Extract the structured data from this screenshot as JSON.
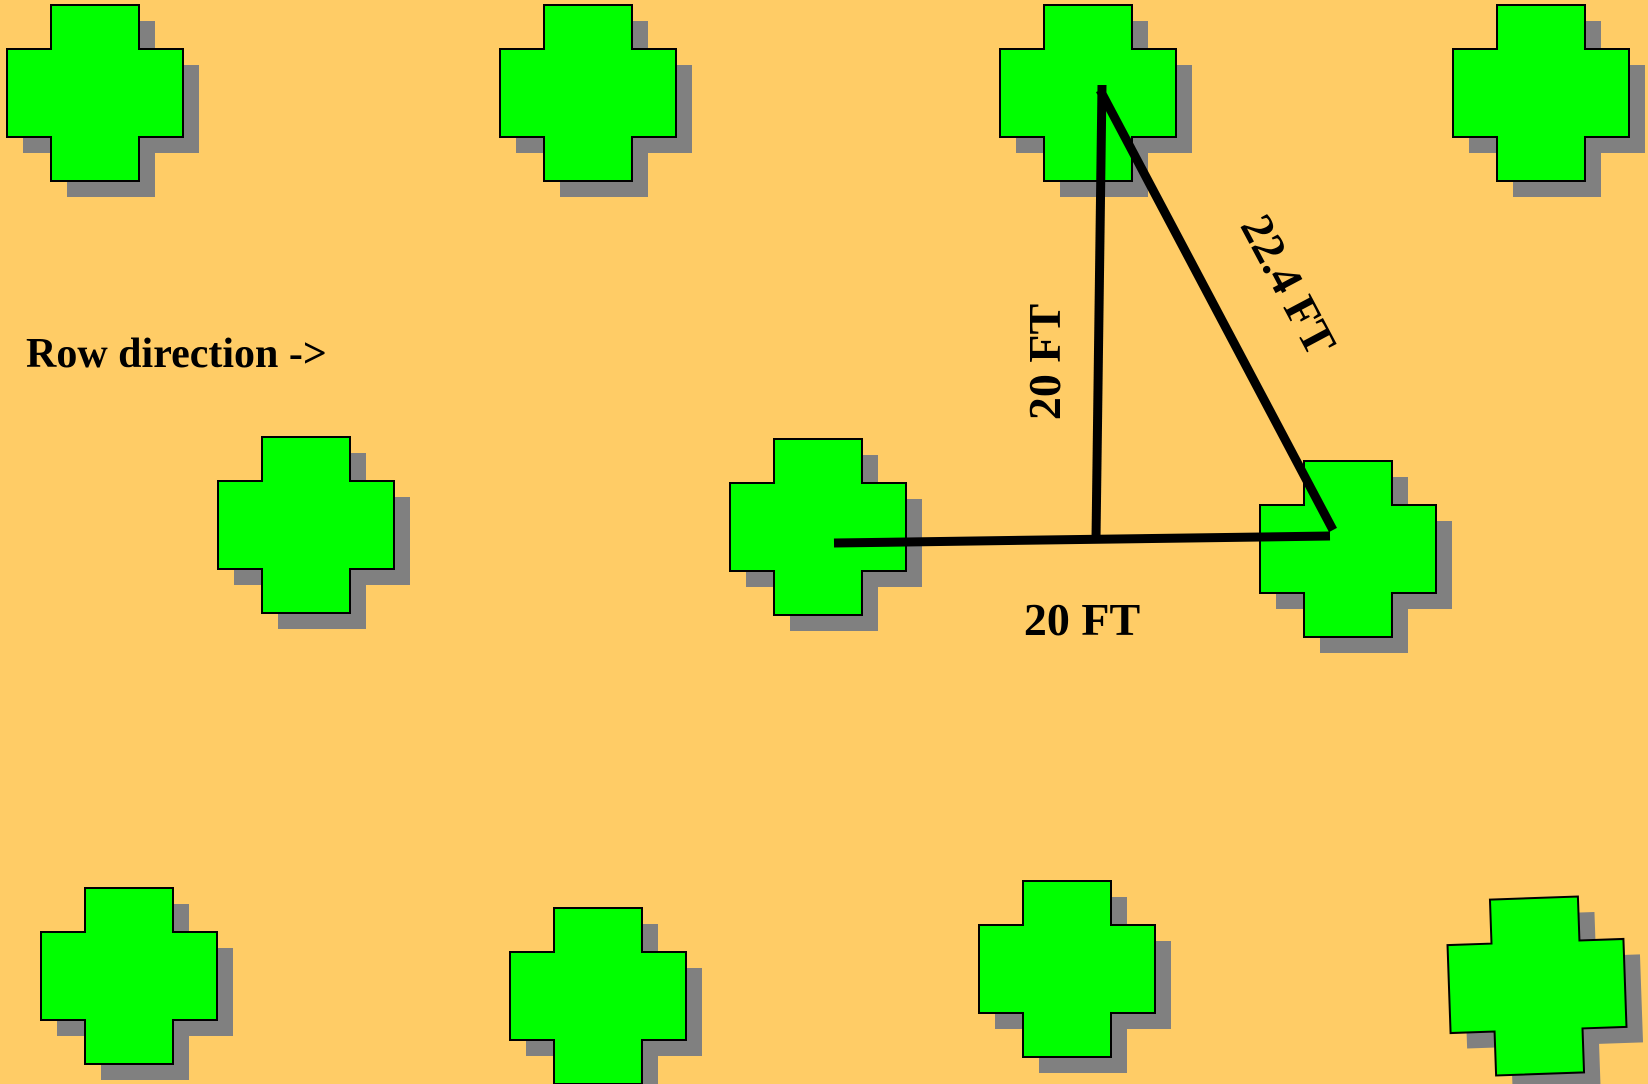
{
  "colors": {
    "background": "#FFCC66",
    "tree_fill": "#00FF00",
    "tree_outline": "#000000",
    "tree_shadow": "#808080",
    "line": "#000000"
  },
  "icons": {
    "tree": "plus-shaped-tree-icon"
  },
  "labels": {
    "row_direction": "Row direction ->",
    "horizontal_distance": "20 FT",
    "vertical_distance": "20 FT",
    "diagonal_distance": "22.4 FT"
  }
}
